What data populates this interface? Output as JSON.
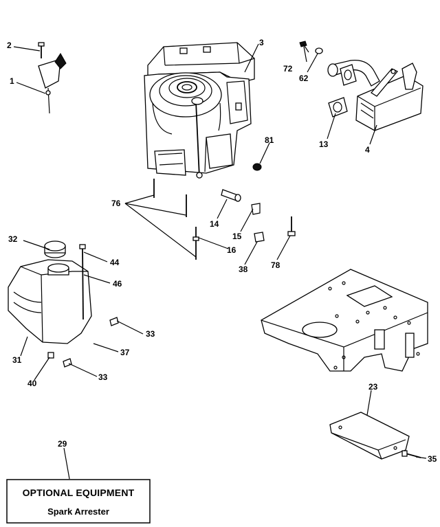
{
  "callouts": {
    "c1": "1",
    "c2": "2",
    "c3": "3",
    "c4": "4",
    "c13": "13",
    "c14": "14",
    "c15": "15",
    "c16": "16",
    "c23": "23",
    "c29": "29",
    "c31": "31",
    "c32": "32",
    "c33a": "33",
    "c33b": "33",
    "c35": "35",
    "c37": "37",
    "c38": "38",
    "c40": "40",
    "c44": "44",
    "c46": "46",
    "c62": "62",
    "c72": "72",
    "c76": "76",
    "c78": "78",
    "c81": "81"
  },
  "optional_box": {
    "title": "OPTIONAL EQUIPMENT",
    "subtitle": "Spark Arrester"
  }
}
